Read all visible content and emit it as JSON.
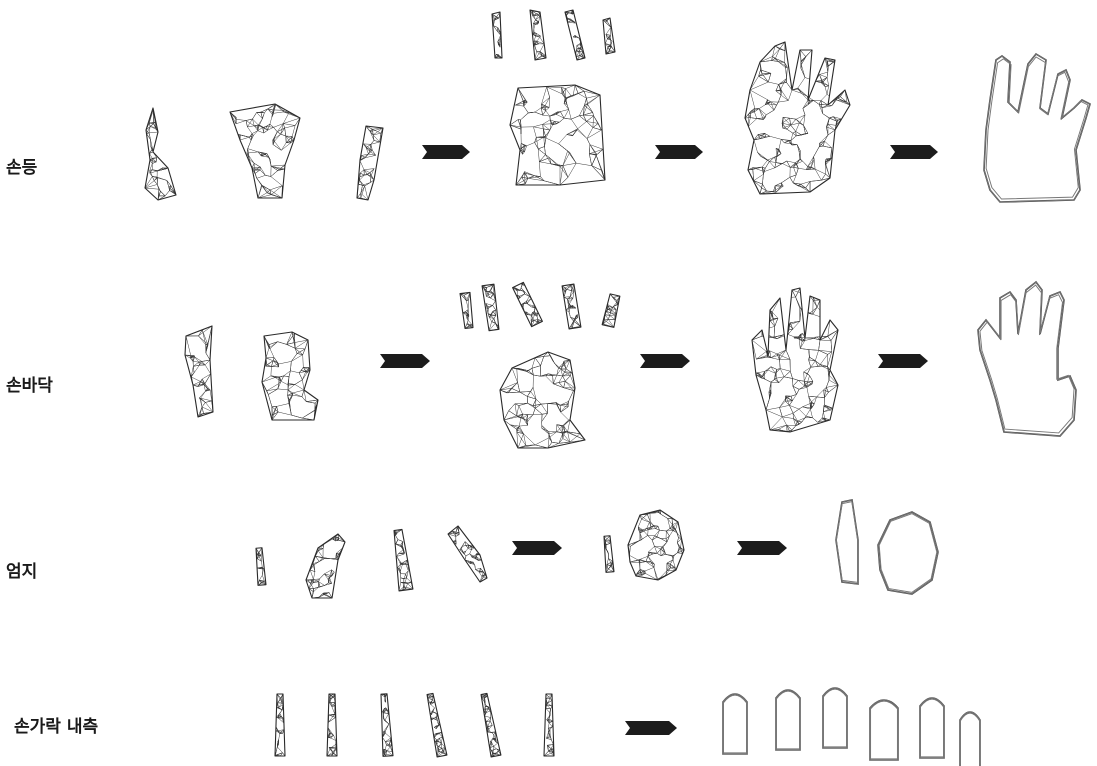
{
  "rows": [
    {
      "id": "back",
      "label": "손등"
    },
    {
      "id": "palm",
      "label": "손바닥"
    },
    {
      "id": "thumb",
      "label": "엄지"
    },
    {
      "id": "finger",
      "label": "손가락 내측"
    }
  ],
  "colors": {
    "mesh": "#2a2a2a",
    "arrow": "#1c1c1c",
    "outline": "#333333"
  }
}
